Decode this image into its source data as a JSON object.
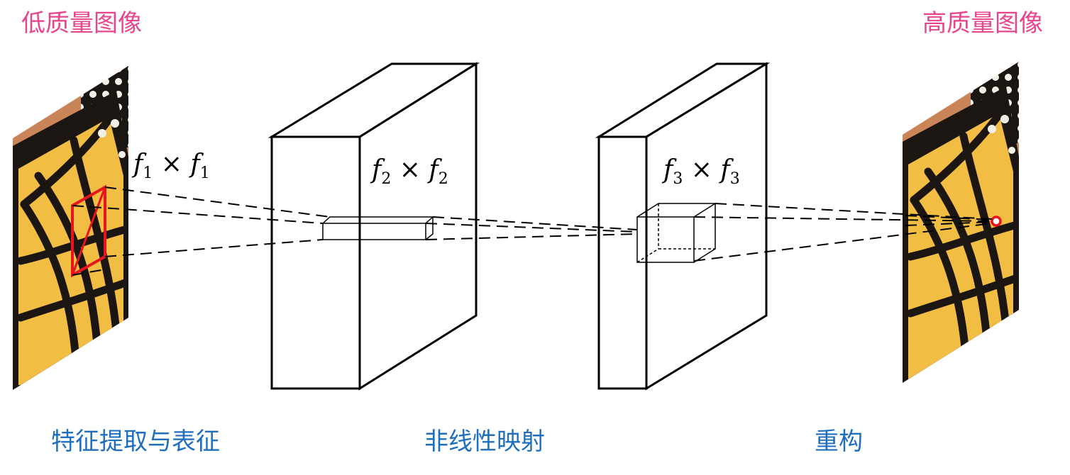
{
  "titles": {
    "input": "低质量图像",
    "output": "高质量图像"
  },
  "stages": {
    "feature_extraction": "特征提取与表征",
    "nonlinear_mapping": "非线性映射",
    "reconstruction": "重构"
  },
  "filters": {
    "f1": {
      "symbol": "f",
      "sub": "1",
      "times": "×"
    },
    "f2": {
      "symbol": "f",
      "sub": "2",
      "times": "×"
    },
    "f3": {
      "symbol": "f",
      "sub": "3",
      "times": "×"
    }
  },
  "colors": {
    "title_pink": "#e8458f",
    "stage_blue": "#1f6fbe",
    "patch_red": "#e8141e",
    "line_black": "#000000"
  },
  "icons": {
    "input_image": "butterfly-wing-image",
    "output_image": "butterfly-wing-image"
  }
}
